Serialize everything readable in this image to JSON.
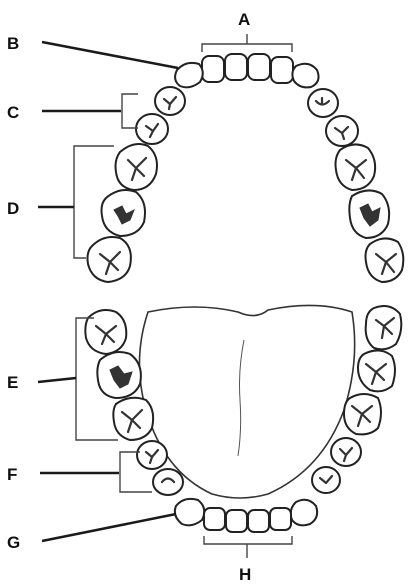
{
  "labels": {
    "A": "A",
    "B": "B",
    "C": "C",
    "D": "D",
    "E": "E",
    "F": "F",
    "G": "G",
    "H": "H"
  },
  "colors": {
    "outline": "#222222",
    "background": "#ffffff"
  }
}
